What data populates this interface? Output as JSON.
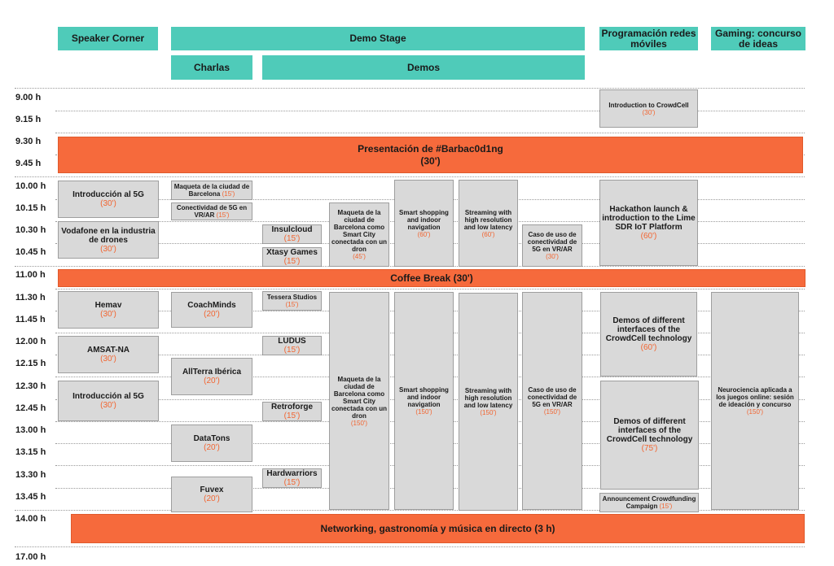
{
  "headers": {
    "speaker_corner": "Speaker Corner",
    "demo_stage": "Demo Stage",
    "charlas": "Charlas",
    "demos": "Demos",
    "programacion": "Programación redes móviles",
    "gaming": "Gaming: concurso de ideas"
  },
  "times": [
    "9.00 h",
    "9.15 h",
    "9.30 h",
    "9.45 h",
    "10.00 h",
    "10.15 h",
    "10.30 h",
    "10.45 h",
    "11.00 h",
    "11.30 h",
    "11.45 h",
    "12.00 h",
    "12.15 h",
    "12.30 h",
    "12.45 h",
    "13.00 h",
    "13.15 h",
    "13.30 h",
    "13.45 h",
    "14.00 h",
    "17.00 h"
  ],
  "bands": {
    "presentacion": {
      "title": "Presentación de #Barbac0d1ng",
      "dur": "(30')"
    },
    "coffee": {
      "title": "Coffee Break (30')"
    },
    "networking": {
      "title": "Networking, gastronomía y música en directo (3 h)"
    }
  },
  "sessions": {
    "crowdcell_intro": {
      "title": "Introduction to CrowdCell",
      "dur": "(30')"
    },
    "intro5g_1": {
      "title": "Introducción al 5G",
      "dur": "(30')"
    },
    "vodafone": {
      "title": "Vodafone en la industria de drones",
      "dur": "(30')"
    },
    "hemav": {
      "title": "Hemav",
      "dur": "(30')"
    },
    "amsat": {
      "title": "AMSAT-NA",
      "dur": "(30')"
    },
    "intro5g_2": {
      "title": "Introducción al 5G",
      "dur": "(30')"
    },
    "maqueta_ch": {
      "title": "Maqueta de la ciudad de Barcelona",
      "dur": "(15')"
    },
    "conectividad_ch": {
      "title": "Conectividad de 5G en VR/AR",
      "dur": "(15')"
    },
    "coachminds": {
      "title": "CoachMinds",
      "dur": "(20')"
    },
    "allterra": {
      "title": "AllTerra Ibérica",
      "dur": "(20')"
    },
    "datatons": {
      "title": "DataTons",
      "dur": "(20')"
    },
    "fuvex": {
      "title": "Fuvex",
      "dur": "(20')"
    },
    "insulcloud": {
      "title": "Insulcloud",
      "dur": "(15')"
    },
    "xtasy": {
      "title": "Xtasy Games",
      "dur": "(15')"
    },
    "tessera": {
      "title": "Tessera Studios",
      "dur": "(15')"
    },
    "ludus": {
      "title": "LUDUS",
      "dur": "(15')"
    },
    "retroforge": {
      "title": "Retroforge",
      "dur": "(15')"
    },
    "hardwarriors": {
      "title": "Hardwarriors",
      "dur": "(15')"
    },
    "maqueta_am": {
      "title": "Maqueta de la ciudad de Barcelona como Smart City conectada con un dron",
      "dur": "(45')"
    },
    "shopping_am": {
      "title": "Smart shopping and indoor navigation",
      "dur": "(60')"
    },
    "streaming_am": {
      "title": "Streaming with high resolution and low latency",
      "dur": "(60')"
    },
    "caso_am": {
      "title": "Caso de uso de conectividad de 5G en VR/AR",
      "dur": "(30')"
    },
    "maqueta_pm": {
      "title": "Maqueta de la ciudad de Barcelona como Smart City conectada con un dron",
      "dur": "(150')"
    },
    "shopping_pm": {
      "title": "Smart shopping and indoor navigation",
      "dur": "(150')"
    },
    "streaming_pm": {
      "title": "Streaming with high resolution and low latency",
      "dur": "(150')"
    },
    "caso_pm": {
      "title": "Caso de uso de conectividad de 5G en VR/AR",
      "dur": "(150')"
    },
    "hackathon": {
      "title": "Hackathon launch & introduction to the Lime SDR IoT Platform",
      "dur": "(60')"
    },
    "demos_60": {
      "title": "Demos of different interfaces of the CrowdCell technology",
      "dur": "(60')"
    },
    "demos_75": {
      "title": "Demos of different interfaces of the CrowdCell technology",
      "dur": "(75')"
    },
    "crowdfunding": {
      "title": "Announcement Crowdfunding Campaign",
      "dur": "(15')"
    },
    "neurociencia": {
      "title": "Neurociencia aplicada a los juegos online: sesión de ideación y concurso",
      "dur": "(150')"
    }
  },
  "colors": {
    "header": "#4fcbb9",
    "band": "#f66a3c",
    "session": "#d9d9d9",
    "duration": "#f26531"
  }
}
